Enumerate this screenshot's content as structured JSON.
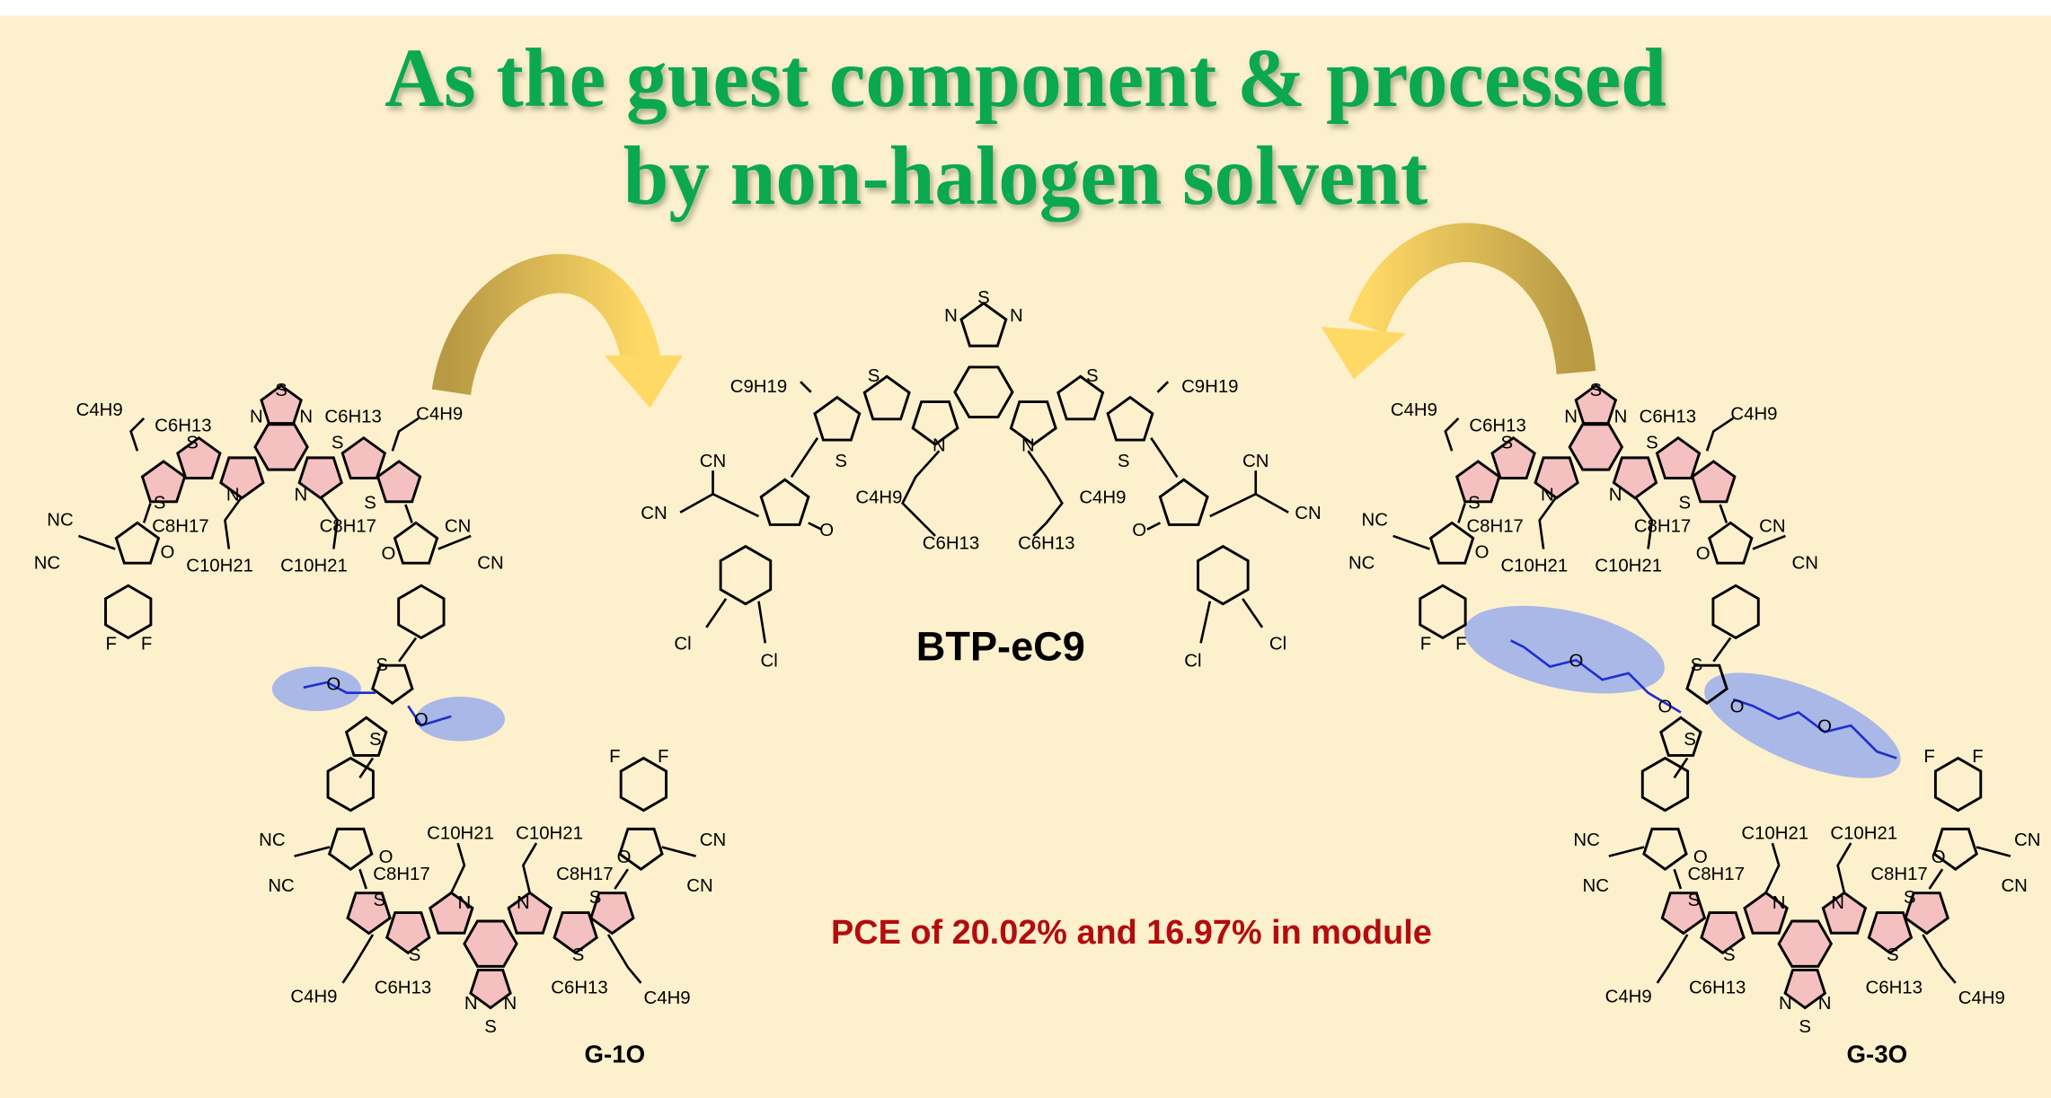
{
  "title": {
    "line1": "As the guest component & processed",
    "line2": "by non-halogen solvent"
  },
  "center_molecule": {
    "name": "BTP-eC9"
  },
  "left_molecule": {
    "name": "G-1O"
  },
  "right_molecule": {
    "name": "G-3O"
  },
  "result": "PCE of 20.02% and 16.97% in module",
  "labels": {
    "c4h9": "C4H9",
    "c6h13": "C6H13",
    "c8h17": "C8H17",
    "c9h19": "C9H19",
    "c10h21": "C10H21",
    "nc": "NC",
    "cn": "CN",
    "s": "S",
    "n": "N",
    "o": "O",
    "f": "F",
    "cl": "Cl"
  },
  "colors": {
    "background": "#fdf0cc",
    "title": "#0aa84f",
    "result": "#b30c0c",
    "core_fill": "#f5c0c0",
    "side_chain_highlight": "#a9b8e6",
    "arrow": "#e6c25a"
  }
}
